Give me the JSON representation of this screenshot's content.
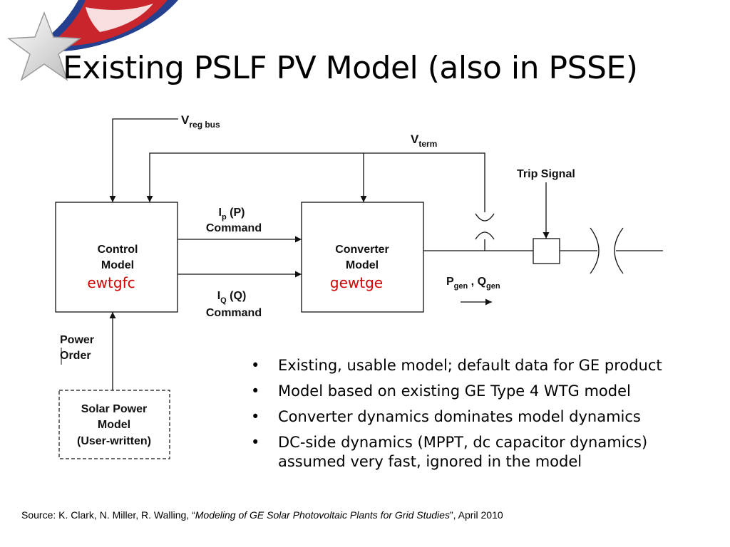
{
  "slide": {
    "title": "Existing PSLF PV Model (also in PSSE)"
  },
  "diagram": {
    "vreg_bus": {
      "main": "V",
      "sub": "reg bus"
    },
    "vterm": {
      "main": "V",
      "sub": "term"
    },
    "trip_signal": "Trip Signal",
    "control_model": {
      "line1": "Control",
      "line2": "Model",
      "code": "ewtgfc"
    },
    "converter_model": {
      "line1": "Converter",
      "line2": "Model",
      "code": "gewtge"
    },
    "ip_command": {
      "main": "I",
      "sub": "p",
      "rest": " (P)",
      "line2": "Command"
    },
    "iq_command": {
      "main": "I",
      "sub": "Q",
      "rest": " (Q)",
      "line2": "Command"
    },
    "pgen_qgen": {
      "p": "P",
      "p_sub": "gen",
      "sep": " , ",
      "q": "Q",
      "q_sub": "gen"
    },
    "power_order": {
      "line1": "Power",
      "line2": "Order"
    },
    "solar_power_model": {
      "line1": "Solar Power",
      "line2": "Model",
      "line3": "(User-written)"
    }
  },
  "bullets": [
    "Existing, usable model; default data for GE product",
    "Model based on existing GE Type 4 WTG model",
    "Converter dynamics dominates model dynamics",
    "DC-side dynamics (MPPT, dc capacitor dynamics) assumed very fast, ignored in the model"
  ],
  "bullet_symbol": "•",
  "source": {
    "prefix": "Source: K. Clark, N. Miller, R. Walling, “",
    "title": "Modeling of GE Solar Photovoltaic Plants for Grid Studies",
    "suffix": "”, April 2010"
  },
  "colors": {
    "model_code_red": "#d00000",
    "logo_red": "#c8262c",
    "logo_blue": "#24408e"
  }
}
